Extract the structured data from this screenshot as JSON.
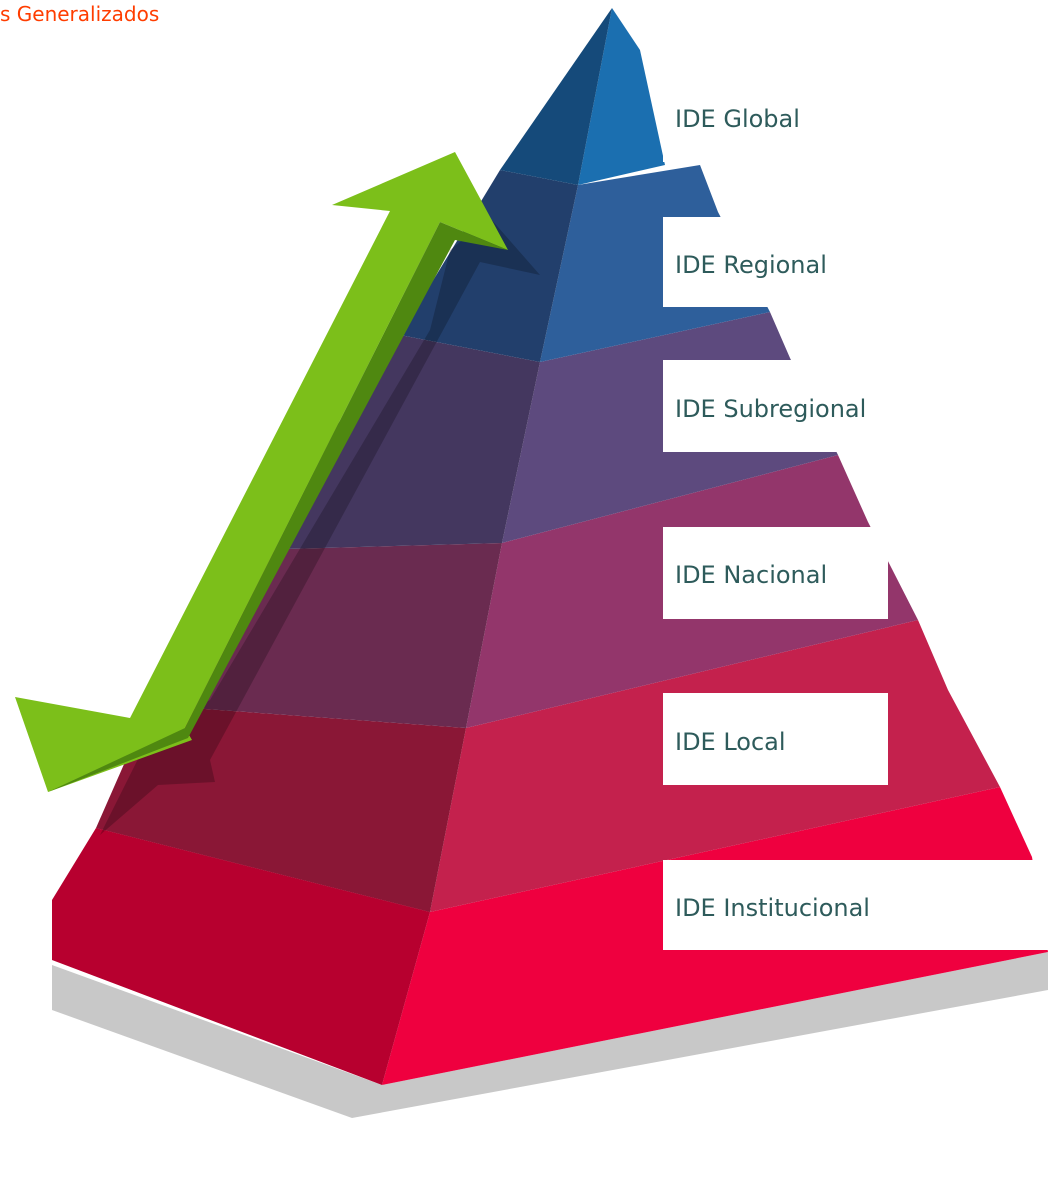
{
  "header": {
    "title_fragment": "s Generalizados"
  },
  "pyramid": {
    "levels": [
      {
        "label": "IDE Global",
        "color": "#1b6fb0"
      },
      {
        "label": "IDE Regional",
        "color": "#2e5f9b"
      },
      {
        "label": "IDE Subregional",
        "color": "#5d4a7e"
      },
      {
        "label": "IDE Nacional",
        "color": "#93366b"
      },
      {
        "label": "IDE Local",
        "color": "#c4214d"
      },
      {
        "label": "IDE Institucional",
        "color": "#ef003f"
      }
    ],
    "arrow_color": "#7cbf1a",
    "shadow_color": "#c8c8c8"
  }
}
